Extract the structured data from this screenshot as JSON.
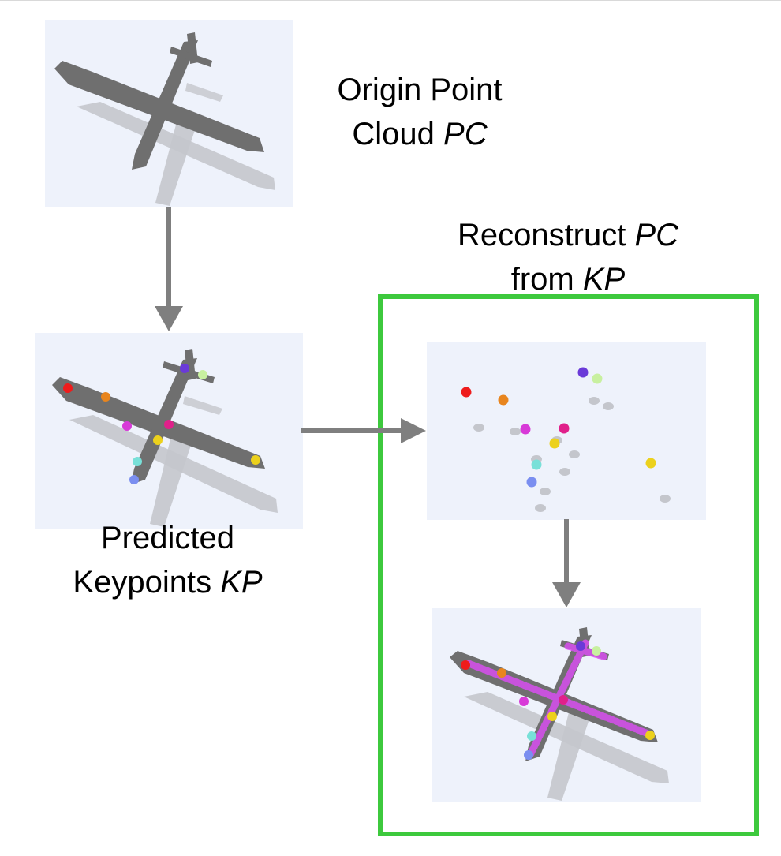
{
  "labels": {
    "origin_line1": "Origin Point",
    "origin_line2_text": "Cloud ",
    "origin_line2_symbol": "PC",
    "recon_line1_text": "Reconstruct ",
    "recon_line1_symbol": "PC",
    "recon_line2_text": "from ",
    "recon_line2_symbol": "KP",
    "pred_line1": "Predicted",
    "pred_line2_text": "Keypoints ",
    "pred_line2_symbol": "KP"
  },
  "colors": {
    "frame": "#3dc93d",
    "arrow": "#7f7f7f",
    "panel_bg": "#eef2fb",
    "cloud": "#6f6f6f",
    "shadow": "#c4c6cc",
    "reconstruction": "#d84ff0"
  },
  "keypoint_colors": {
    "red": "#ee1c1c",
    "orange": "#e8851e",
    "violet": "#6a3ad8",
    "light-green": "#c8f0a0",
    "purple-magenta": "#d83ad8",
    "magenta": "#e0208a",
    "yellow": "#ecd11c",
    "cyan": "#78e0d8",
    "blue": "#7a8ef0"
  }
}
